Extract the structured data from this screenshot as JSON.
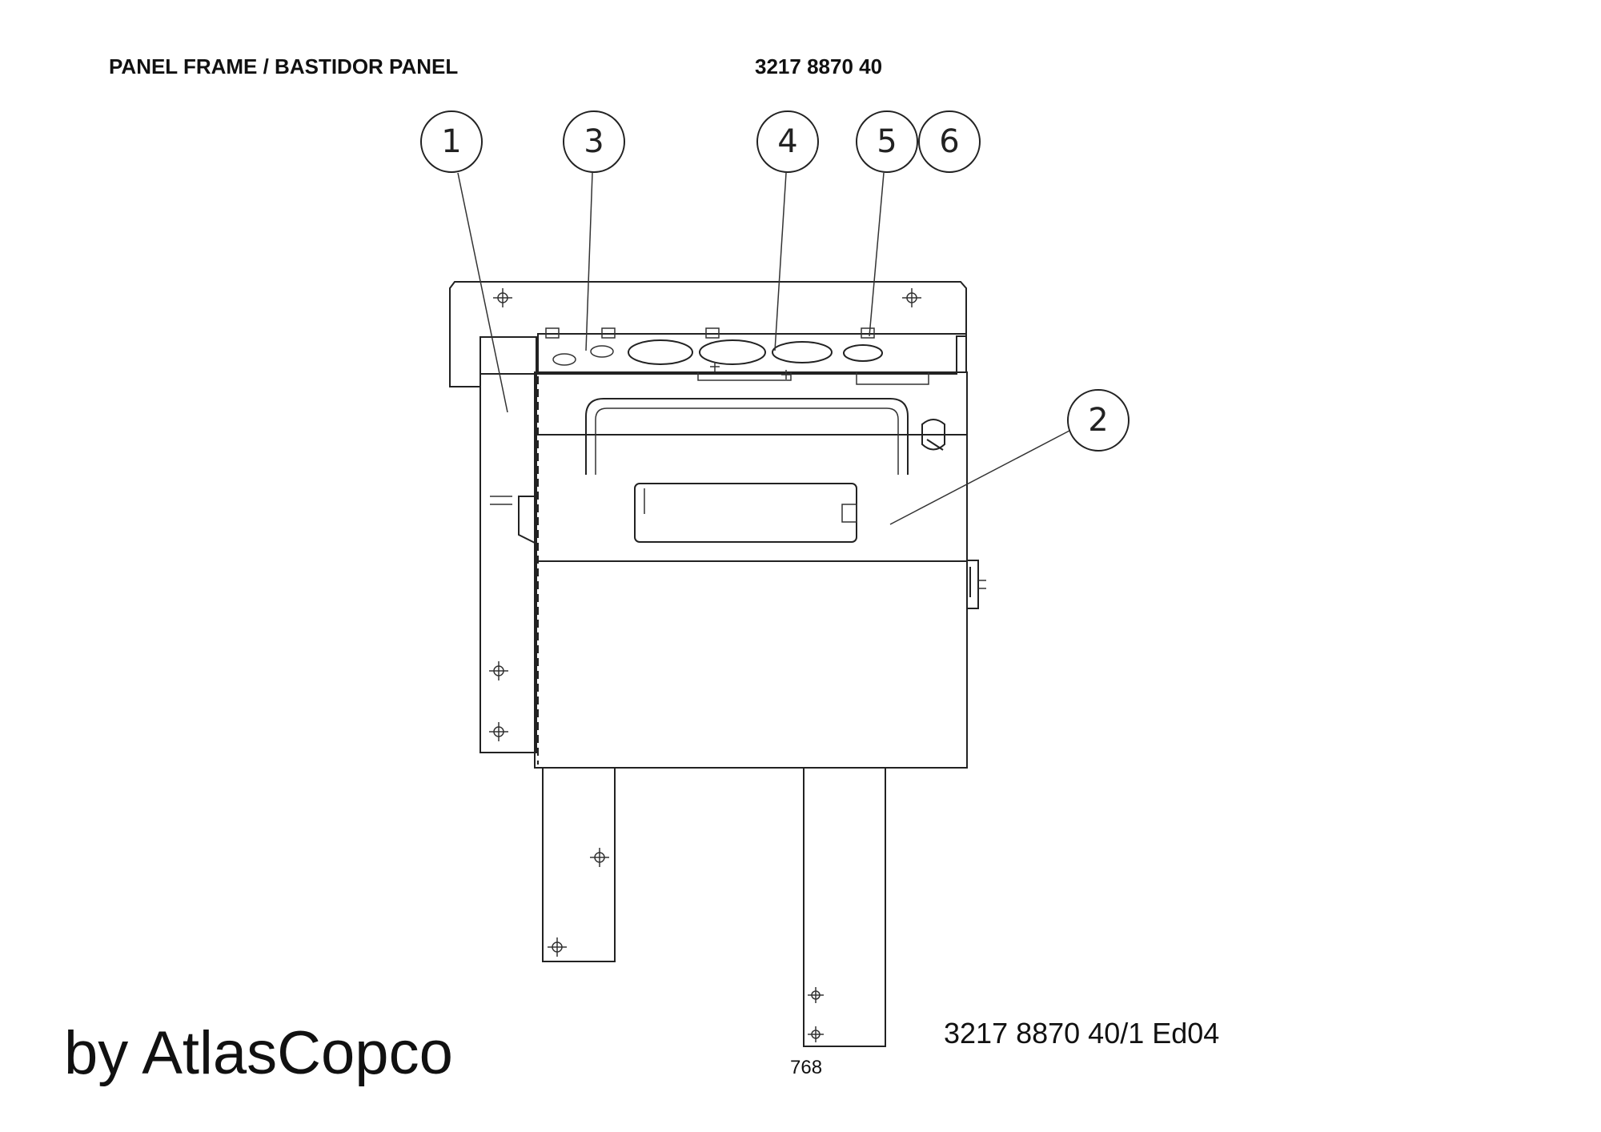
{
  "header": {
    "title": "PANEL FRAME / BASTIDOR PANEL",
    "part_number": "3217 8870 40"
  },
  "footer": {
    "drawing_ref": "3217 8870 40/1  Ed04",
    "page_number": "768",
    "brand": "by AtlasCopco"
  },
  "balloons": [
    {
      "id": "b1",
      "label": "1"
    },
    {
      "id": "b3",
      "label": "3"
    },
    {
      "id": "b4",
      "label": "4"
    },
    {
      "id": "b5",
      "label": "5"
    },
    {
      "id": "b6",
      "label": "6"
    },
    {
      "id": "b2",
      "label": "2"
    }
  ]
}
